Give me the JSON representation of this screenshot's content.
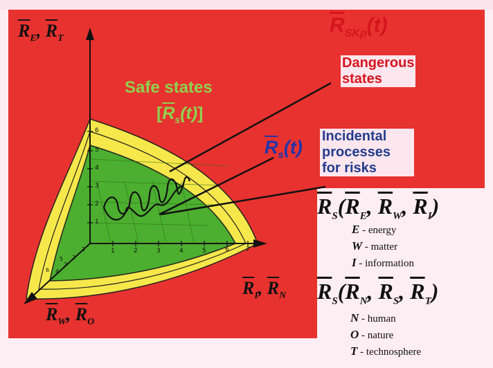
{
  "labels": {
    "axis_y": {
      "r1": "R",
      "s1": "E",
      "sep": ", ",
      "r2": "R",
      "s2": "T"
    },
    "axis_x": {
      "r1": "R",
      "s1": "I",
      "sep": ", ",
      "r2": "R",
      "s2": "N"
    },
    "axis_z": {
      "r1": "R",
      "s1": "W",
      "sep": ", ",
      "r2": "R",
      "s2": "O"
    },
    "rskp": {
      "r": "R",
      "sub": "SKp",
      "arg": "(t)"
    },
    "dangerous": [
      "Dangerous",
      "states"
    ],
    "safe_title": "Safe states",
    "safe_formula": {
      "open": "[",
      "r": "R",
      "sub": "s",
      "arg": "(t)",
      "close": "]"
    },
    "rs_trajectory": {
      "r": "R",
      "sub": "s",
      "arg": "(t)"
    },
    "incidental": [
      "Incidental",
      "processes",
      "for risks"
    ]
  },
  "formula1": {
    "r": "R",
    "sub": "S",
    "open": "(",
    "a": "R",
    "as": "E",
    "b": "R",
    "bs": "W",
    "c": "R",
    "cs": "I",
    "close": ")"
  },
  "formula2": {
    "r": "R",
    "sub": "S",
    "open": "(",
    "a": "R",
    "as": "N",
    "b": "R",
    "bs": "S",
    "c": "R",
    "cs": "T",
    "close": ")"
  },
  "legend1": [
    {
      "key": "E",
      "text": " - energy"
    },
    {
      "key": "W",
      "text": " - matter"
    },
    {
      "key": "I",
      "text": " - information"
    }
  ],
  "legend2": [
    {
      "key": "N",
      "text": " - human"
    },
    {
      "key": "O",
      "text": " - nature"
    },
    {
      "key": "T",
      "text": " - technosphere"
    }
  ],
  "ticks": {
    "y": [
      "6",
      "5",
      "4",
      "3",
      "2",
      "1"
    ],
    "x": [
      "1",
      "2",
      "3",
      "4",
      "5",
      "6",
      "7"
    ],
    "z": [
      "1",
      "2",
      "3",
      "4",
      "5",
      "6"
    ]
  },
  "colors": {
    "red": "#e8322f",
    "yellow": "#f6e84a",
    "green": "#4caf2f",
    "safe_text": "#8fd14f",
    "rs_blue": "#2233aa",
    "incidental_blue": "#223c8c",
    "dangerous_red": "#d6141e"
  }
}
